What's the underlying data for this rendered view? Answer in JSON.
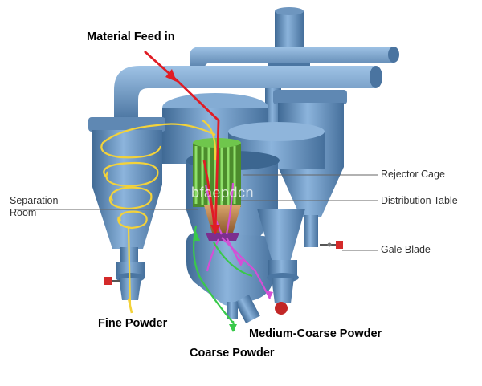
{
  "labels": {
    "material_feed": "Material Feed in",
    "rejector_cage": "Rejector Cage",
    "separation_room": "Separation",
    "separation_room_2": "Room",
    "distribution_table": "Distribution Table",
    "gale_blade": "Gale Blade",
    "fine_powder": "Fine Powder",
    "medium_coarse_powder": "Medium-Coarse Powder",
    "coarse_powder": "Coarse Powder"
  },
  "watermark": "bfaepdcn",
  "colors": {
    "machine_blue": "#6f9ac7",
    "machine_dark": "#3d6590",
    "feed_path": "#e01c24",
    "fine_path": "#f3d23a",
    "medium_path": "#d44fd6",
    "coarse_path": "#39c94a",
    "cage_green": "#58c23a",
    "valve_red": "#d42a2a"
  }
}
